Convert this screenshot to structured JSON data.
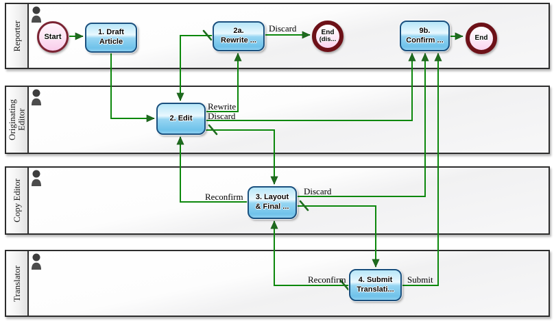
{
  "diagram": {
    "lanes": [
      {
        "label": "Reporter",
        "icon": "person-icon"
      },
      {
        "label": "Originating\nEditor",
        "icon": "person-icon"
      },
      {
        "label": "Copy Editor",
        "icon": "person-icon"
      },
      {
        "label": "Translator",
        "icon": "person-icon"
      }
    ],
    "nodes": {
      "start": {
        "label": "Start"
      },
      "draft": {
        "line1": "1. Draft",
        "line2": "Article"
      },
      "rewrite": {
        "line1": "2a.",
        "line2": "Rewrite ..."
      },
      "end_discard": {
        "line1": "End",
        "line2": "(dis..."
      },
      "confirm": {
        "line1": "9b.",
        "line2": "Confirm ..."
      },
      "end": {
        "label": "End"
      },
      "edit": {
        "line1": "2. Edit"
      },
      "layout": {
        "line1": "3. Layout",
        "line2": "& Final ..."
      },
      "submit": {
        "line1": "4. Submit",
        "line2": "Translati..."
      }
    },
    "edge_labels": {
      "discard_rewrite_end": "Discard",
      "rewrite": "Rewrite",
      "discard_edit": "Discard",
      "reconfirm_layout_edit": "Reconfirm",
      "discard_layout": "Discard",
      "reconfirm_submit_layout": "Reconfirm",
      "submit": "Submit"
    },
    "colors": {
      "flow_line": "#0b870b",
      "arrowhead": "#1f6c1f",
      "task_border": "#1a4f7d",
      "event_border": "#6d1118",
      "start_border": "#7b2433",
      "lane_border": "#2d2d2d"
    }
  }
}
